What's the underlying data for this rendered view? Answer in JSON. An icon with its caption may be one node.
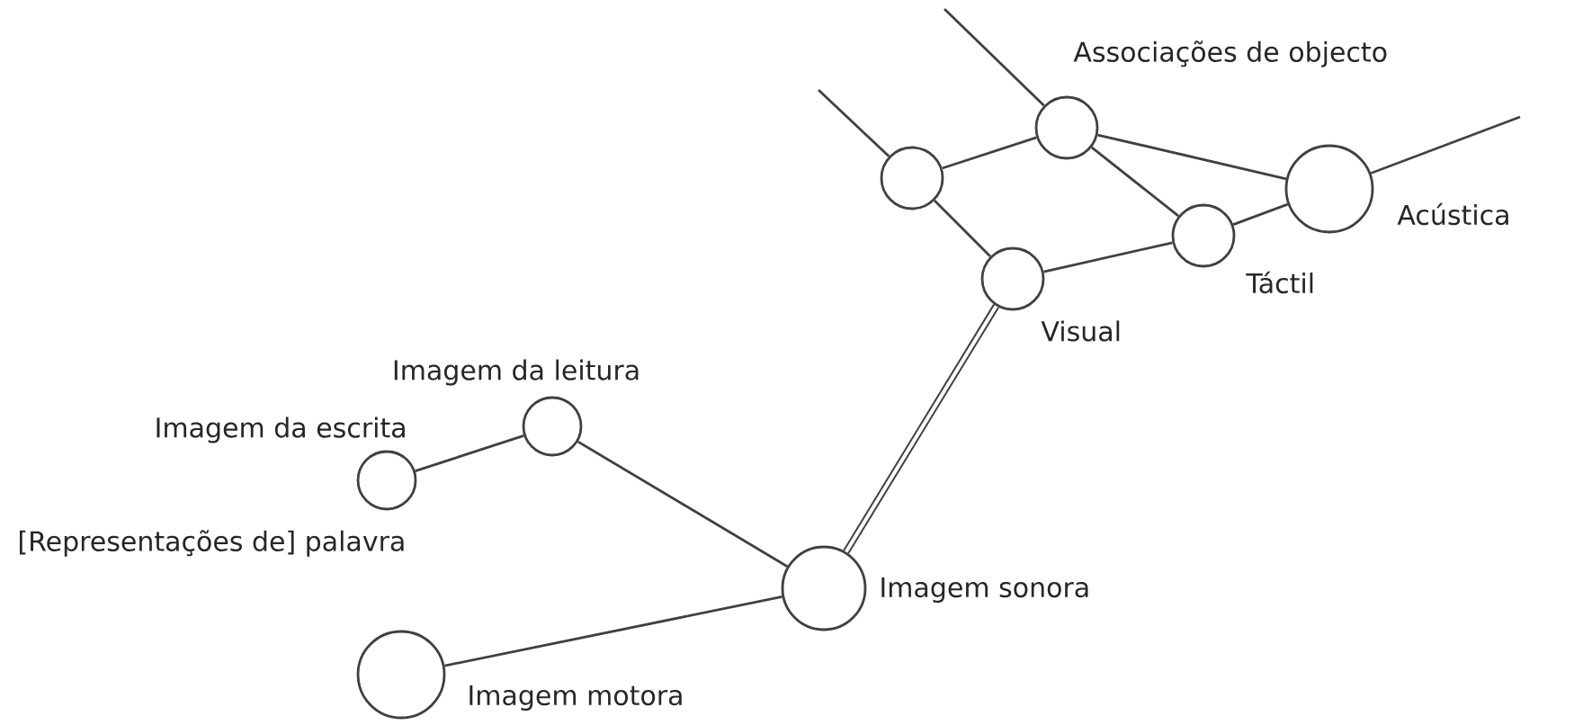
{
  "diagram": {
    "nodes": [
      {
        "text": [],
        "shape": "circle",
        "beside": [
          "Imagem da escrita"
        ]
      },
      {
        "text": [],
        "shape": "circle",
        "beside": [
          "Imagem da leitura"
        ]
      },
      {
        "text": [],
        "shape": "circle",
        "beside": [
          "Imagem sonora"
        ]
      },
      {
        "text": [],
        "shape": "circle",
        "beside": [
          "Imagem motora"
        ]
      },
      {
        "text": [],
        "shape": "circle",
        "beside": [
          "Visual"
        ]
      },
      {
        "text": [],
        "shape": "circle"
      },
      {
        "text": [],
        "shape": "circle"
      },
      {
        "text": [],
        "shape": "circle",
        "beside": [
          "Táctil"
        ]
      },
      {
        "text": [],
        "shape": "circle",
        "beside": [
          "Acústica"
        ]
      }
    ],
    "edges": [
      {
        "from": 0,
        "to": 1,
        "arrow": "none"
      },
      {
        "from": 1,
        "to": 2,
        "arrow": "none"
      },
      {
        "from": 3,
        "to": 2,
        "arrow": "none"
      },
      {
        "from": 2,
        "to": 4,
        "arrow": "none",
        "style": "thick"
      },
      {
        "from": 4,
        "to": 5,
        "arrow": "none"
      },
      {
        "from": 5,
        "to": 6,
        "arrow": "none"
      },
      {
        "from": 6,
        "to": 8,
        "arrow": "none"
      },
      {
        "from": 6,
        "to": 7,
        "arrow": "none"
      },
      {
        "from": 4,
        "to": 7,
        "arrow": "none"
      },
      {
        "from": 7,
        "to": 8,
        "arrow": "none"
      },
      {
        "from": null,
        "to": 5,
        "arrow": "none"
      },
      {
        "from": null,
        "to": 6,
        "arrow": "none"
      },
      {
        "from": 8,
        "to": null,
        "arrow": "none"
      }
    ],
    "labels": [
      "Associações de objecto",
      "[Representações de] palavra"
    ]
  }
}
